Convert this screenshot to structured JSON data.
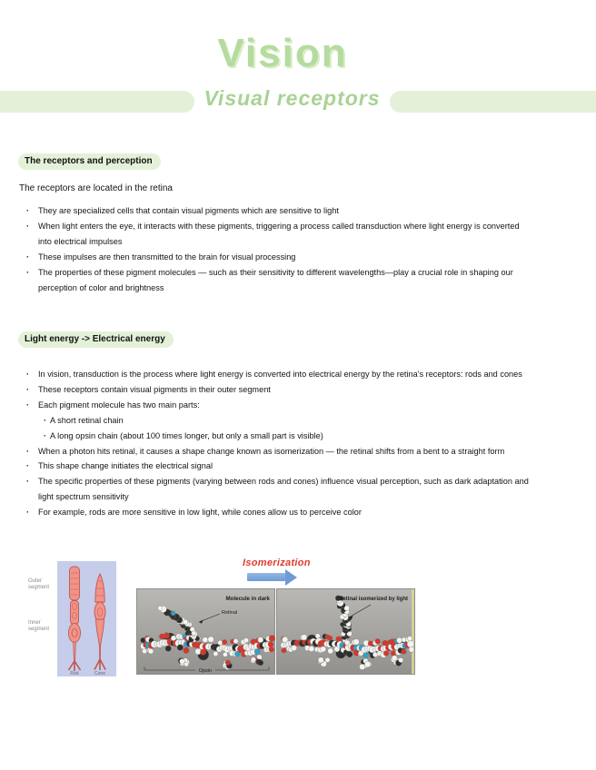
{
  "title": "Vision",
  "banner": {
    "label": "Visual receptors"
  },
  "sections": [
    {
      "heading": "The receptors and perception",
      "intro": "The receptors are located in the retina",
      "bullets": [
        "They are specialized cells that contain visual pigments which are sensitive to light",
        "When light enters the eye, it interacts with these pigments, triggering a process called transduction where light energy is converted\ninto electrical impulses",
        "These impulses are then transmitted to the brain for visual processing",
        "The properties of these pigment molecules — such as their sensitivity to different wavelengths—play a crucial role in shaping our\nperception of color and brightness"
      ]
    },
    {
      "heading": "Light energy -> Electrical energy",
      "bullets": [
        "In vision, transduction is the process where light energy is converted into electrical energy by the retina's receptors: rods and cones",
        "These receptors contain visual pigments in their outer segment",
        "Each pigment molecule has two main parts:",
        "When a photon hits retinal, it causes a shape change known as isomerization — the retinal shifts from a bent to a straight form",
        "This shape change initiates the electrical signal",
        "The specific properties of these pigments (varying between rods and cones) influence visual perception, such as dark adaptation and\nlight spectrum sensitivity",
        "For example, rods are more sensitive in low light, while cones allow us to perceive color"
      ],
      "sub_bullets": [
        "A short retinal chain",
        "A long opsin chain (about 100 times longer, but only a small part is visible)"
      ]
    }
  ],
  "figure": {
    "cell_diagram": {
      "outer_label": "Outer segment",
      "inner_label": "Inner segment",
      "rod_label": "Rod",
      "cone_label": "Cone"
    },
    "isomerization_label": "Isomerization",
    "dark_panel": {
      "title": "Molecule in dark",
      "retinal_label": "Retinal",
      "opsin_label": "Opsin"
    },
    "light_panel": {
      "title": "Retinal isomerized by light"
    }
  },
  "colors": {
    "title_green": "#b5db9f",
    "banner_pill": "#e4f1d8",
    "banner_text": "#a8d394",
    "heading_highlight": "#e3f1d8",
    "isomerization_red": "#e0392e",
    "arrow_blue": "#6d9bd4",
    "cell_background": "#c6cdea",
    "cell_fill": "#f0948a"
  }
}
